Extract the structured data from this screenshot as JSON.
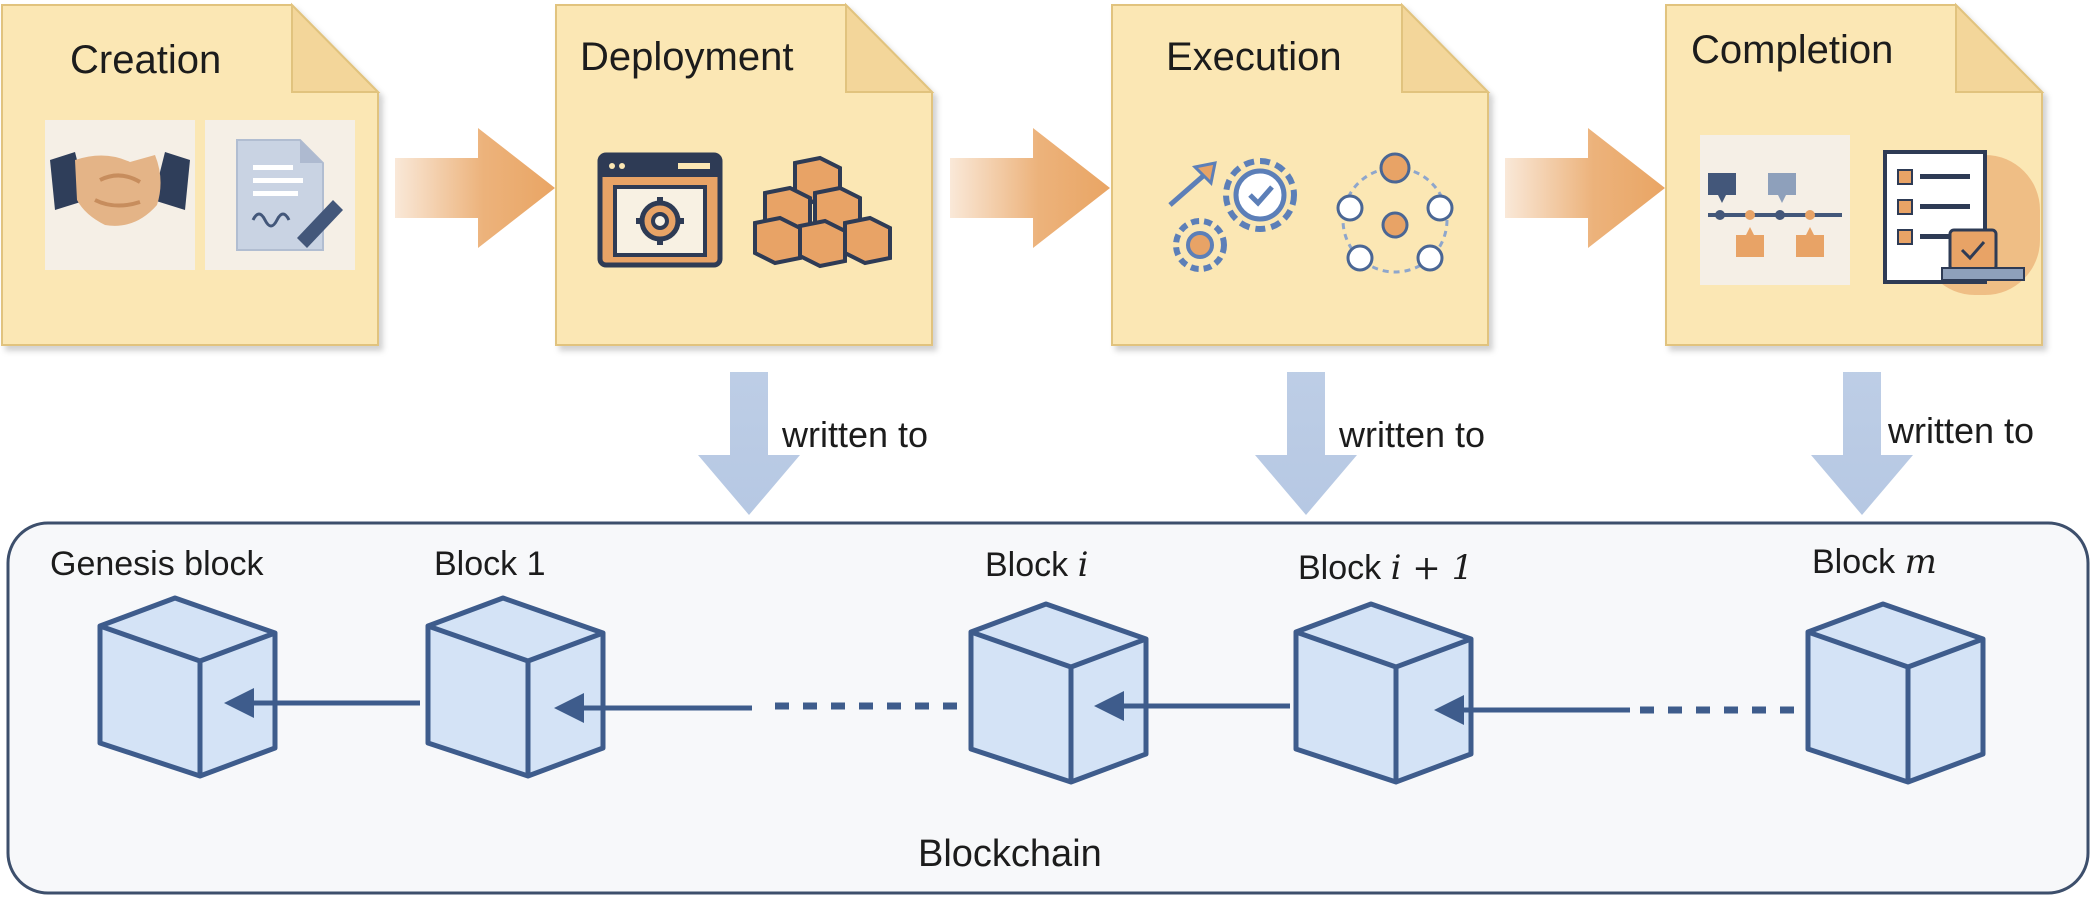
{
  "stages": [
    {
      "title": "Creation",
      "icons": [
        "handshake-icon",
        "signed-document-icon"
      ]
    },
    {
      "title": "Deployment",
      "icons": [
        "browser-gear-icon",
        "cubes-stack-icon"
      ]
    },
    {
      "title": "Execution",
      "icons": [
        "gears-icon",
        "workflow-network-icon"
      ]
    },
    {
      "title": "Completion",
      "icons": [
        "timeline-icon",
        "checklist-icon"
      ]
    }
  ],
  "written_to": [
    "written to",
    "written to",
    "written to"
  ],
  "blockchain": {
    "title": "Blockchain",
    "blocks": [
      {
        "prefix": "Genesis block",
        "var": ""
      },
      {
        "prefix": "Block 1",
        "var": ""
      },
      {
        "prefix": "Block ",
        "var": "i"
      },
      {
        "prefix": "Block ",
        "var": "i + 1"
      },
      {
        "prefix": "Block ",
        "var": "m"
      }
    ]
  },
  "colors": {
    "stage_fill": "#fbe7b4",
    "stage_border": "#e1c37e",
    "flow_arrow": "#e9a564",
    "down_arrow": "#b6c8e3",
    "block_fill": "#d4e3f6",
    "block_stroke": "#3e5c8c",
    "chain_bg": "#f7f8fa",
    "chain_border": "#3d4f6c"
  }
}
